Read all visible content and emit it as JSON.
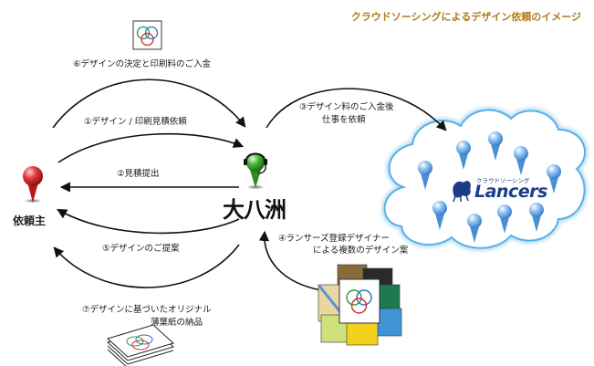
{
  "title": "クラウドソーシングによるデザイン依頼のイメージ",
  "client_label": "依頼主",
  "company_logo": "大八洲",
  "lancers": {
    "kana": "クラウドソーシング",
    "name": "Lancers"
  },
  "steps": {
    "s1": "①デザイン / 印刷見積依頼",
    "s2": "②見積提出",
    "s3_line1": "③デザイン料のご入金後",
    "s3_line2": "仕事を依頼",
    "s4_line1": "④ランサーズ登録デザイナー",
    "s4_line2": "による複数のデザイン案",
    "s5": "⑤デザインのご提案",
    "s6": "⑥デザインの決定と印刷料のご入金",
    "s7_line1": "⑦デザインに基づいたオリジナル",
    "s7_line2": "薄葉紙の納品"
  },
  "colors": {
    "title": "#b07a1e",
    "client_pin": "#d62b2b",
    "company_pin": "#33a532",
    "designer_pin": "#3f86d6",
    "cloud_border": "#58b0e8",
    "brand": "#1b3d86"
  }
}
